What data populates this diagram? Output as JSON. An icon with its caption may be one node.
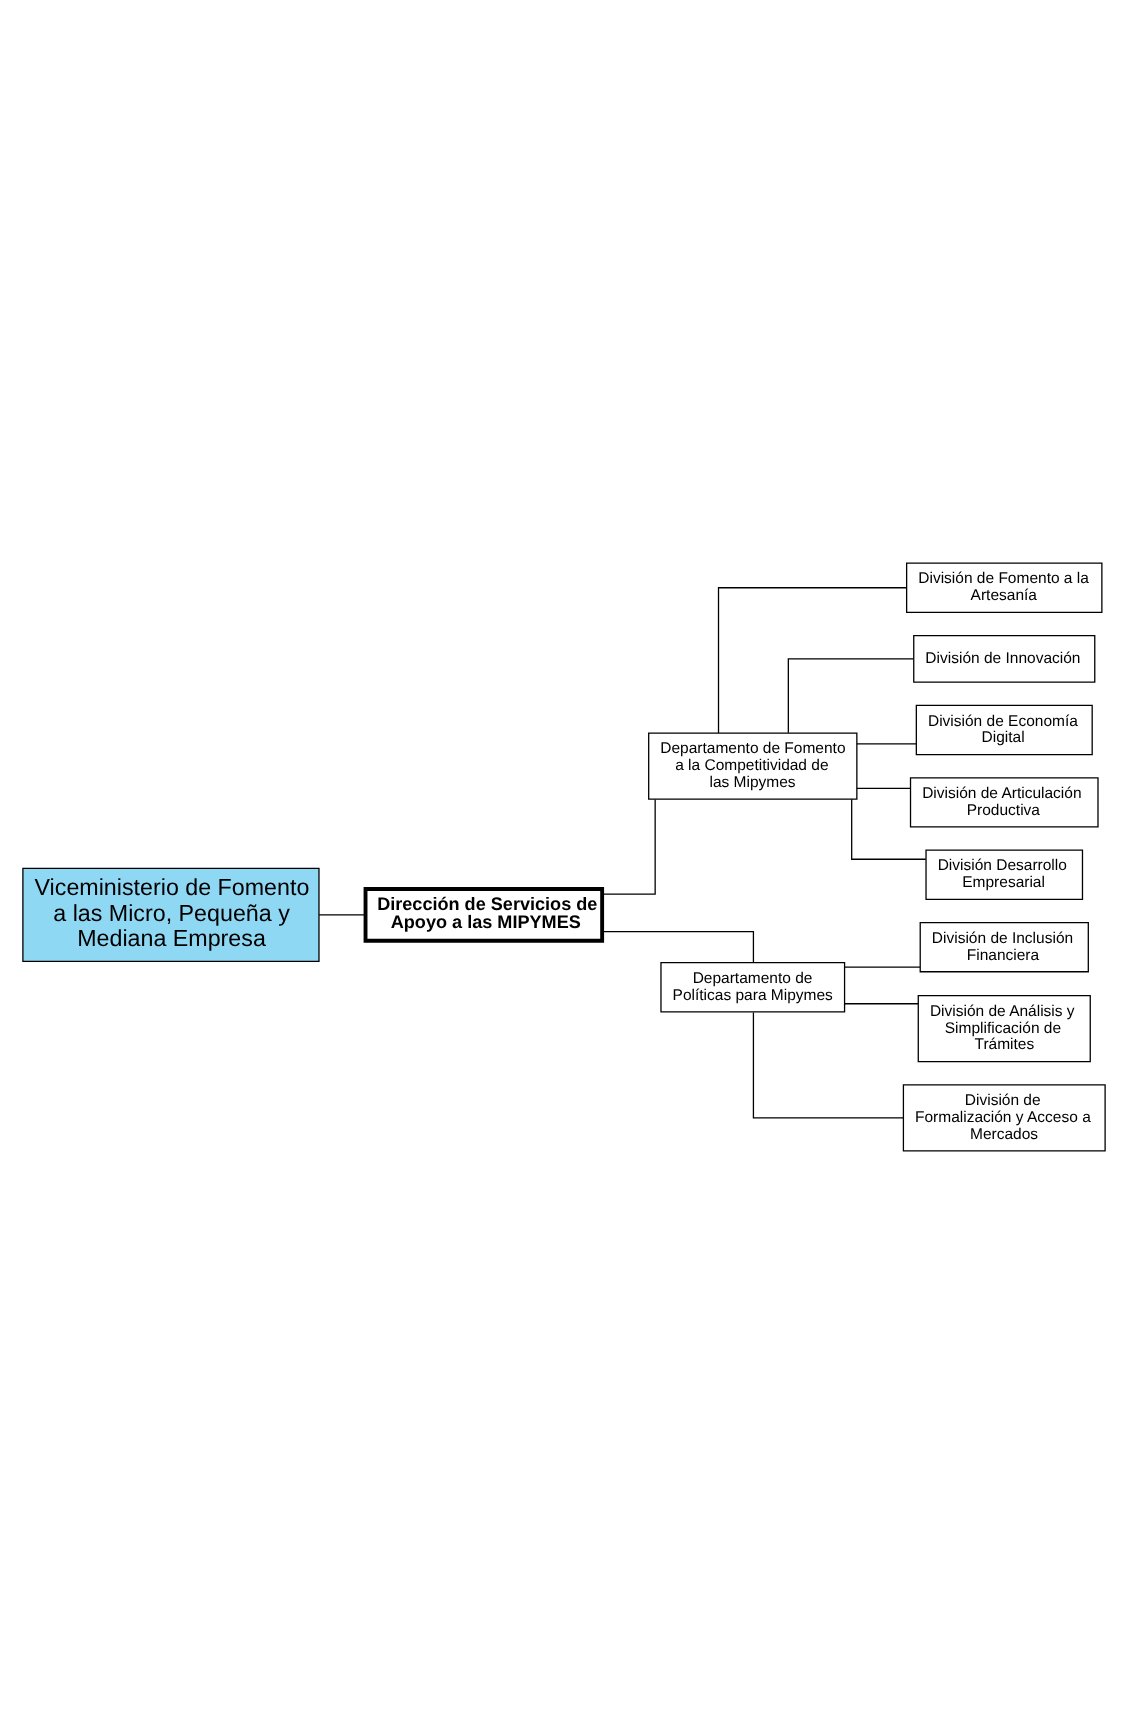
{
  "diagram": {
    "nodes": [
      {
        "text": [
          "Viceministerio de Fomento a las Micro, Pequeña y Mediana Empresa"
        ]
      },
      {
        "text": [
          "Dirección de Servicios de Apoyo a las MIPYMES"
        ]
      },
      {
        "text": [
          "Departamento de Fomento a la Competitividad de las Mipymes"
        ]
      },
      {
        "text": [
          "Departamento de Políticas para Mipymes"
        ]
      },
      {
        "text": [
          "División de Fomento a la Artesanía"
        ]
      },
      {
        "text": [
          "División de Innovación"
        ]
      },
      {
        "text": [
          "División de Economía Digital"
        ]
      },
      {
        "text": [
          "División de Articulación Productiva"
        ]
      },
      {
        "text": [
          "División Desarrollo Empresarial"
        ]
      },
      {
        "text": [
          "División de Inclusión Financiera"
        ]
      },
      {
        "text": [
          "División de Análisis y Simplificación de Trámites"
        ]
      },
      {
        "text": [
          "División de Formalización y Acceso a Mercados"
        ]
      }
    ],
    "edges": [
      {
        "from": 0,
        "to": 1,
        "arrow": "none"
      },
      {
        "from": 1,
        "to": 2,
        "arrow": "none"
      },
      {
        "from": 1,
        "to": 3,
        "arrow": "none"
      },
      {
        "from": 2,
        "to": 4,
        "arrow": "none"
      },
      {
        "from": 2,
        "to": 5,
        "arrow": "none"
      },
      {
        "from": 2,
        "to": 6,
        "arrow": "none"
      },
      {
        "from": 2,
        "to": 7,
        "arrow": "none"
      },
      {
        "from": 2,
        "to": 8,
        "arrow": "none"
      },
      {
        "from": 3,
        "to": 9,
        "arrow": "none"
      },
      {
        "from": 3,
        "to": 10,
        "arrow": "none"
      },
      {
        "from": 3,
        "to": 11,
        "arrow": "none"
      }
    ]
  }
}
